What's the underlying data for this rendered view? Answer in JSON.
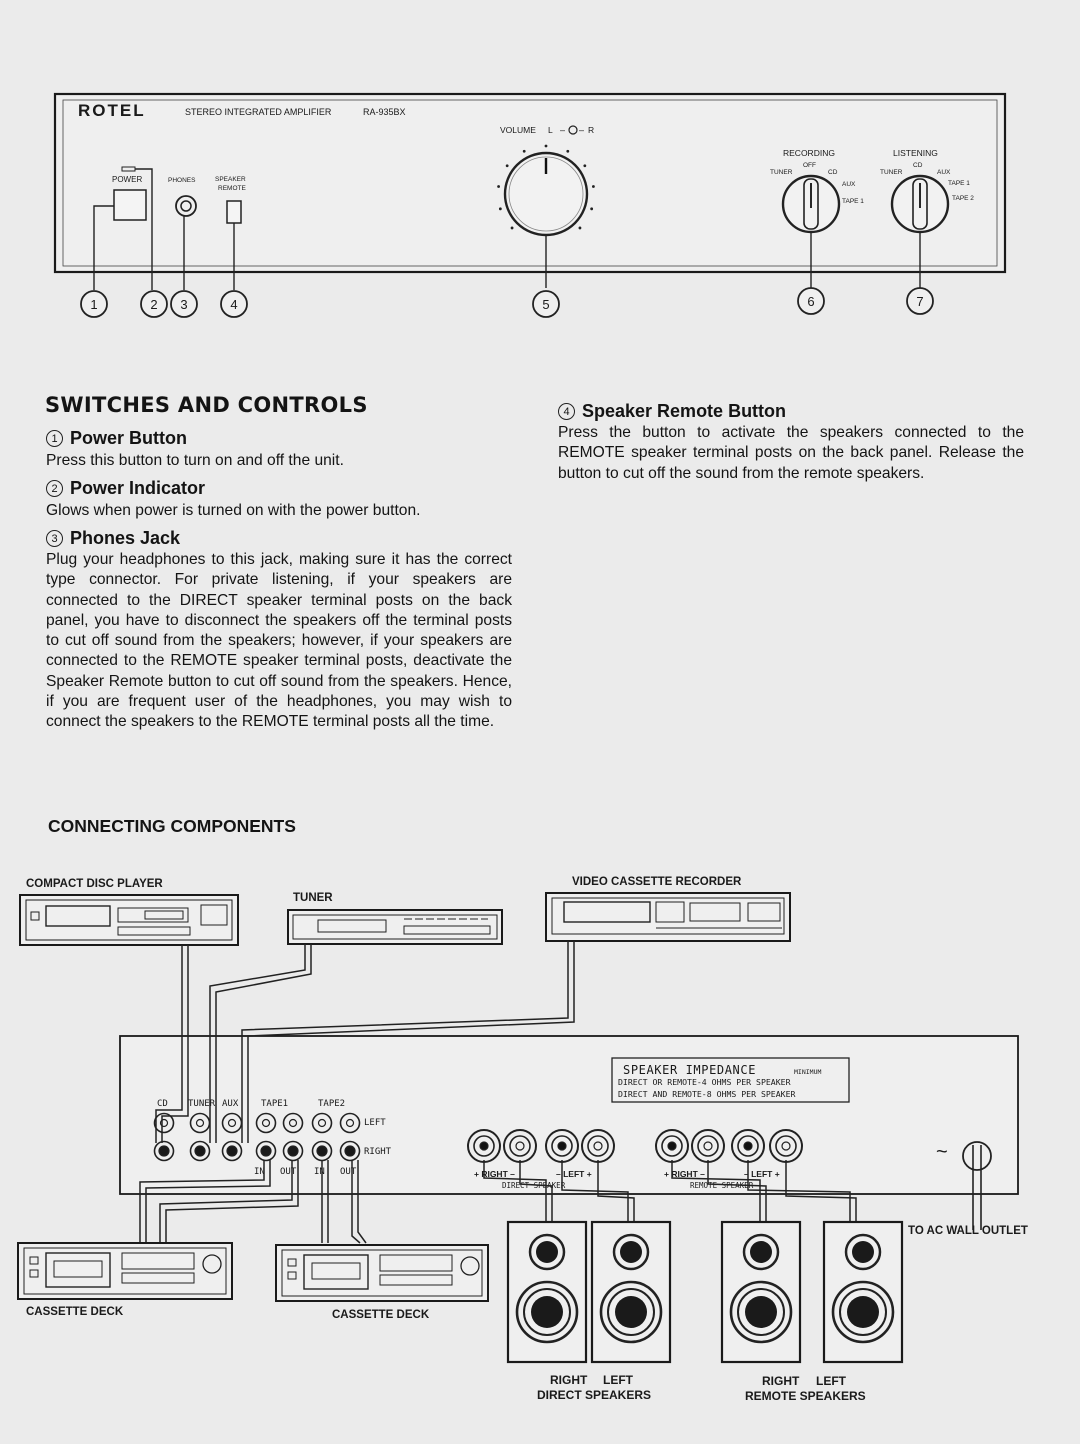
{
  "front_panel": {
    "brand": "ROTEL",
    "model_title": "STEREO INTEGRATED AMPLIFIER",
    "model_number": "RA-935BX",
    "volume_label": "VOLUME",
    "balance_left": "L",
    "balance_right": "R",
    "power_label": "POWER",
    "phones_label": "PHONES",
    "speaker_label": "SPEAKER",
    "remote_label": "REMOTE",
    "recording": {
      "title": "RECORDING",
      "positions": [
        "TUNER",
        "OFF",
        "CD",
        "AUX",
        "TAPE 1"
      ]
    },
    "listening": {
      "title": "LISTENING",
      "positions": [
        "TUNER",
        "CD",
        "AUX",
        "TAPE 1",
        "TAPE 2"
      ]
    },
    "callouts": [
      "1",
      "2",
      "3",
      "4",
      "5",
      "6",
      "7"
    ]
  },
  "switches": {
    "title": "SWITCHES AND CONTROLS",
    "items": [
      {
        "num": "1",
        "heading": "Power Button",
        "text": "Press this button to turn on and off the unit."
      },
      {
        "num": "2",
        "heading": "Power Indicator",
        "text": "Glows when power is turned on with the power button."
      },
      {
        "num": "3",
        "heading": "Phones Jack",
        "text": "Plug your headphones to this jack, making sure it has the correct type connector. For private listening, if your speakers are connected to the DIRECT speaker terminal posts on the back panel, you have to disconnect the speakers off the terminal posts to cut off sound from the speakers; however, if your speakers are connected to the REMOTE speaker terminal posts, deactivate the Speaker Remote button to cut off sound from the speakers. Hence, if you are frequent user of the headphones, you may wish to connect the speakers to the REMOTE terminal posts all the time."
      },
      {
        "num": "4",
        "heading": "Speaker Remote Button",
        "text": "Press the button to activate the speakers connected to the REMOTE speaker terminal posts on the back panel. Release the button to cut off the sound from the remote speakers."
      }
    ]
  },
  "connecting": {
    "title": "CONNECTING COMPONENTS",
    "components": {
      "cd_player": "COMPACT DISC PLAYER",
      "tuner": "TUNER",
      "vcr": "VIDEO CASSETTE RECORDER",
      "cassette_deck_1": "CASSETTE DECK",
      "cassette_deck_2": "CASSETTE DECK"
    },
    "back_panel": {
      "impedance_title": "SPEAKER IMPEDANCE",
      "impedance_minimum": "MINIMUM",
      "impedance_line1": "DIRECT OR REMOTE-4 OHMS PER SPEAKER",
      "impedance_line2": "DIRECT AND REMOTE-8 OHMS PER SPEAKER",
      "inputs": [
        "CD",
        "TUNER",
        "AUX",
        "TAPE1",
        "TAPE2"
      ],
      "left": "LEFT",
      "right": "RIGHT",
      "in": "IN",
      "out": "OUT",
      "terminals_direct": "DIRECT SPEAKER",
      "terminals_remote": "REMOTE SPEAKER",
      "polarity_right": "+ RIGHT –",
      "polarity_left": "– LEFT +",
      "ac_symbol": "~"
    },
    "ac_outlet": "TO AC WALL OUTLET",
    "speaker_right": "RIGHT",
    "speaker_left": "LEFT",
    "direct_speakers": "DIRECT SPEAKERS",
    "remote_speakers": "REMOTE SPEAKERS"
  }
}
